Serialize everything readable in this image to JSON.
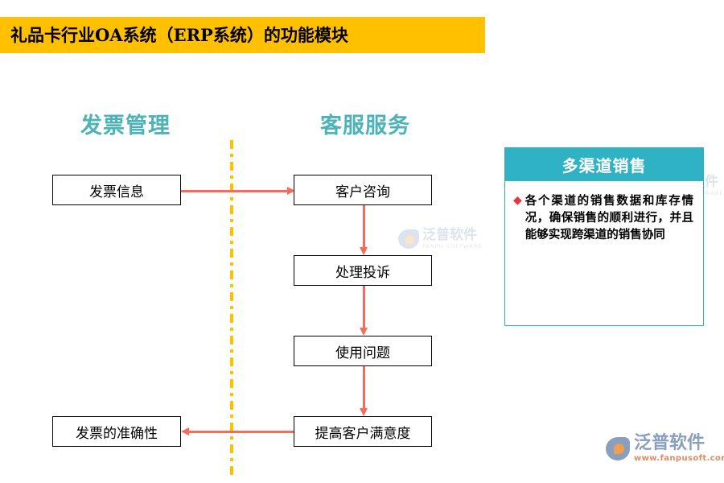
{
  "title_bar": {
    "text": "礼品卡行业OA系统（ERP系统）的功能模块",
    "background_color": "#ffc000",
    "text_color": "#000000"
  },
  "columns": [
    {
      "id": "invoice",
      "heading": "发票管理",
      "color": "#4cb3b8"
    },
    {
      "id": "service",
      "heading": "客服服务",
      "color": "#4cb3b8"
    }
  ],
  "flow": {
    "accent_color": "#fa6a5a",
    "divider_color": "#ffc000",
    "boxes": [
      {
        "id": "invoice-info",
        "label": "发票信息"
      },
      {
        "id": "customer-consult",
        "label": "客户咨询"
      },
      {
        "id": "handle-complaint",
        "label": "处理投诉"
      },
      {
        "id": "usage-issue",
        "label": "使用问题"
      },
      {
        "id": "improve-satisf",
        "label": "提高客户满意度"
      },
      {
        "id": "invoice-accuracy",
        "label": "发票的准确性"
      }
    ]
  },
  "info_panel": {
    "header": "多渠道销售",
    "header_bg": "#2fb3c4",
    "header_text_color": "#ffffff",
    "border_color": "#35adc0",
    "bullet_glyph": "◆",
    "bullet_color": "#e8353e",
    "body": "各个渠道的销售数据和库存情况，确保销售的顺利进行，并且能够实现跨渠道的销售协同"
  },
  "watermarks": [
    {
      "id": "center",
      "cn": "泛普软件",
      "en": "FANPU SOFTWARE"
    },
    {
      "id": "panel",
      "cn": "泛普软件",
      "en": "FANPU SOFTWARE"
    }
  ],
  "brand_logo": {
    "name": "泛普软件",
    "url": "www.fanpusoft.com",
    "name_color": "#8a9fbe",
    "url_color": "#e08b62"
  }
}
